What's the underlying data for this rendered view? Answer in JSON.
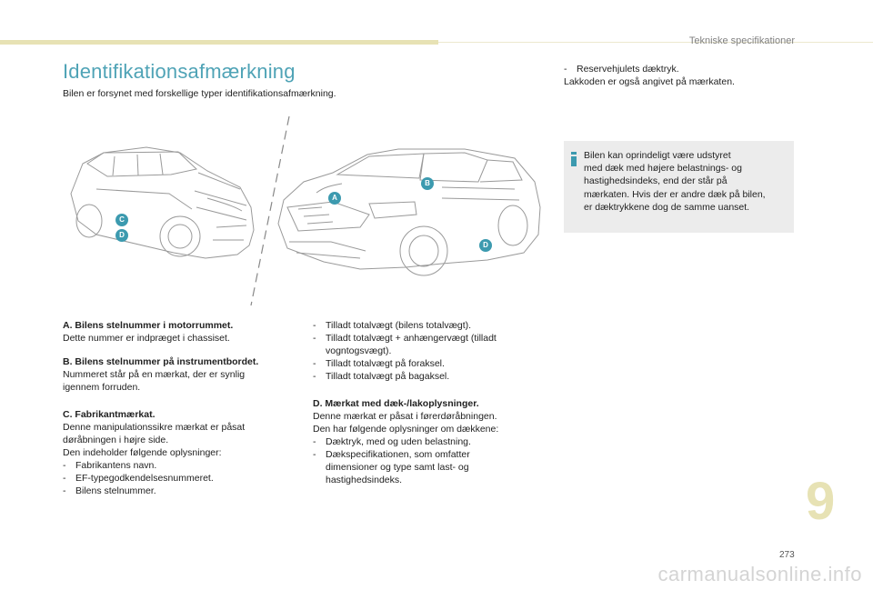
{
  "header": {
    "section": "Tekniske specifikationer"
  },
  "title": "Identifikationsafmærkning",
  "intro": "Bilen er forsynet med forskellige typer identifikationsafmærkning.",
  "figure": {
    "markers": [
      "A",
      "B",
      "C",
      "D",
      "D"
    ]
  },
  "col1": {
    "a_head": "A. Bilens stelnummer i motorrummet.",
    "a_body": "Dette nummer er indpræget i chassiset.",
    "b_head": "B. Bilens stelnummer på instrumentbordet.",
    "b_body": [
      "Nummeret står på en mærkat, der er synlig",
      "igennem forruden."
    ],
    "c_head": "C. Fabrikantmærkat.",
    "c_body": [
      "Denne manipulationssikre mærkat er påsat",
      "døråbningen i højre side.",
      "Den indeholder følgende oplysninger:"
    ],
    "c_list": [
      "Fabrikantens navn.",
      "EF-typegodkendelsesnummeret.",
      "Bilens stelnummer."
    ]
  },
  "col2": {
    "list1": [
      "Tilladt totalvægt (bilens totalvægt).",
      "Tilladt totalvægt + anhængervægt (tilladt",
      "vogntogsvægt).",
      "Tilladt totalvægt på foraksel.",
      "Tilladt totalvægt på bagaksel."
    ],
    "d_head": "D. Mærkat med dæk-/lakoplysninger.",
    "d_body": [
      "Denne mærkat er påsat i førerdøråbningen.",
      "Den har følgende oplysninger om dækkene:"
    ],
    "d_list": [
      "Dæktryk, med og uden belastning.",
      "Dækspecifikationen, som omfatter",
      "dimensioner og type samt last- og",
      "hastighedsindeks."
    ]
  },
  "col3": {
    "item": "Reservehjulets dæktryk.",
    "line": "Lakkoden er også angivet på mærkaten."
  },
  "info": {
    "lines": [
      "Bilen kan oprindeligt være udstyret",
      "med dæk med højere belastnings- og",
      "hastighedsindeks, end der står på",
      "mærkaten. Hvis der er andre dæk på bilen,",
      "er dæktrykkene dog de samme uanset."
    ]
  },
  "chapter": "9",
  "page_number": "273",
  "watermark": "carmanualsonline.info",
  "colors": {
    "accent": "#4fa3b6",
    "badge": "#3c9aaf",
    "chapter": "#e7e2b4",
    "info_bg": "#ececec"
  }
}
